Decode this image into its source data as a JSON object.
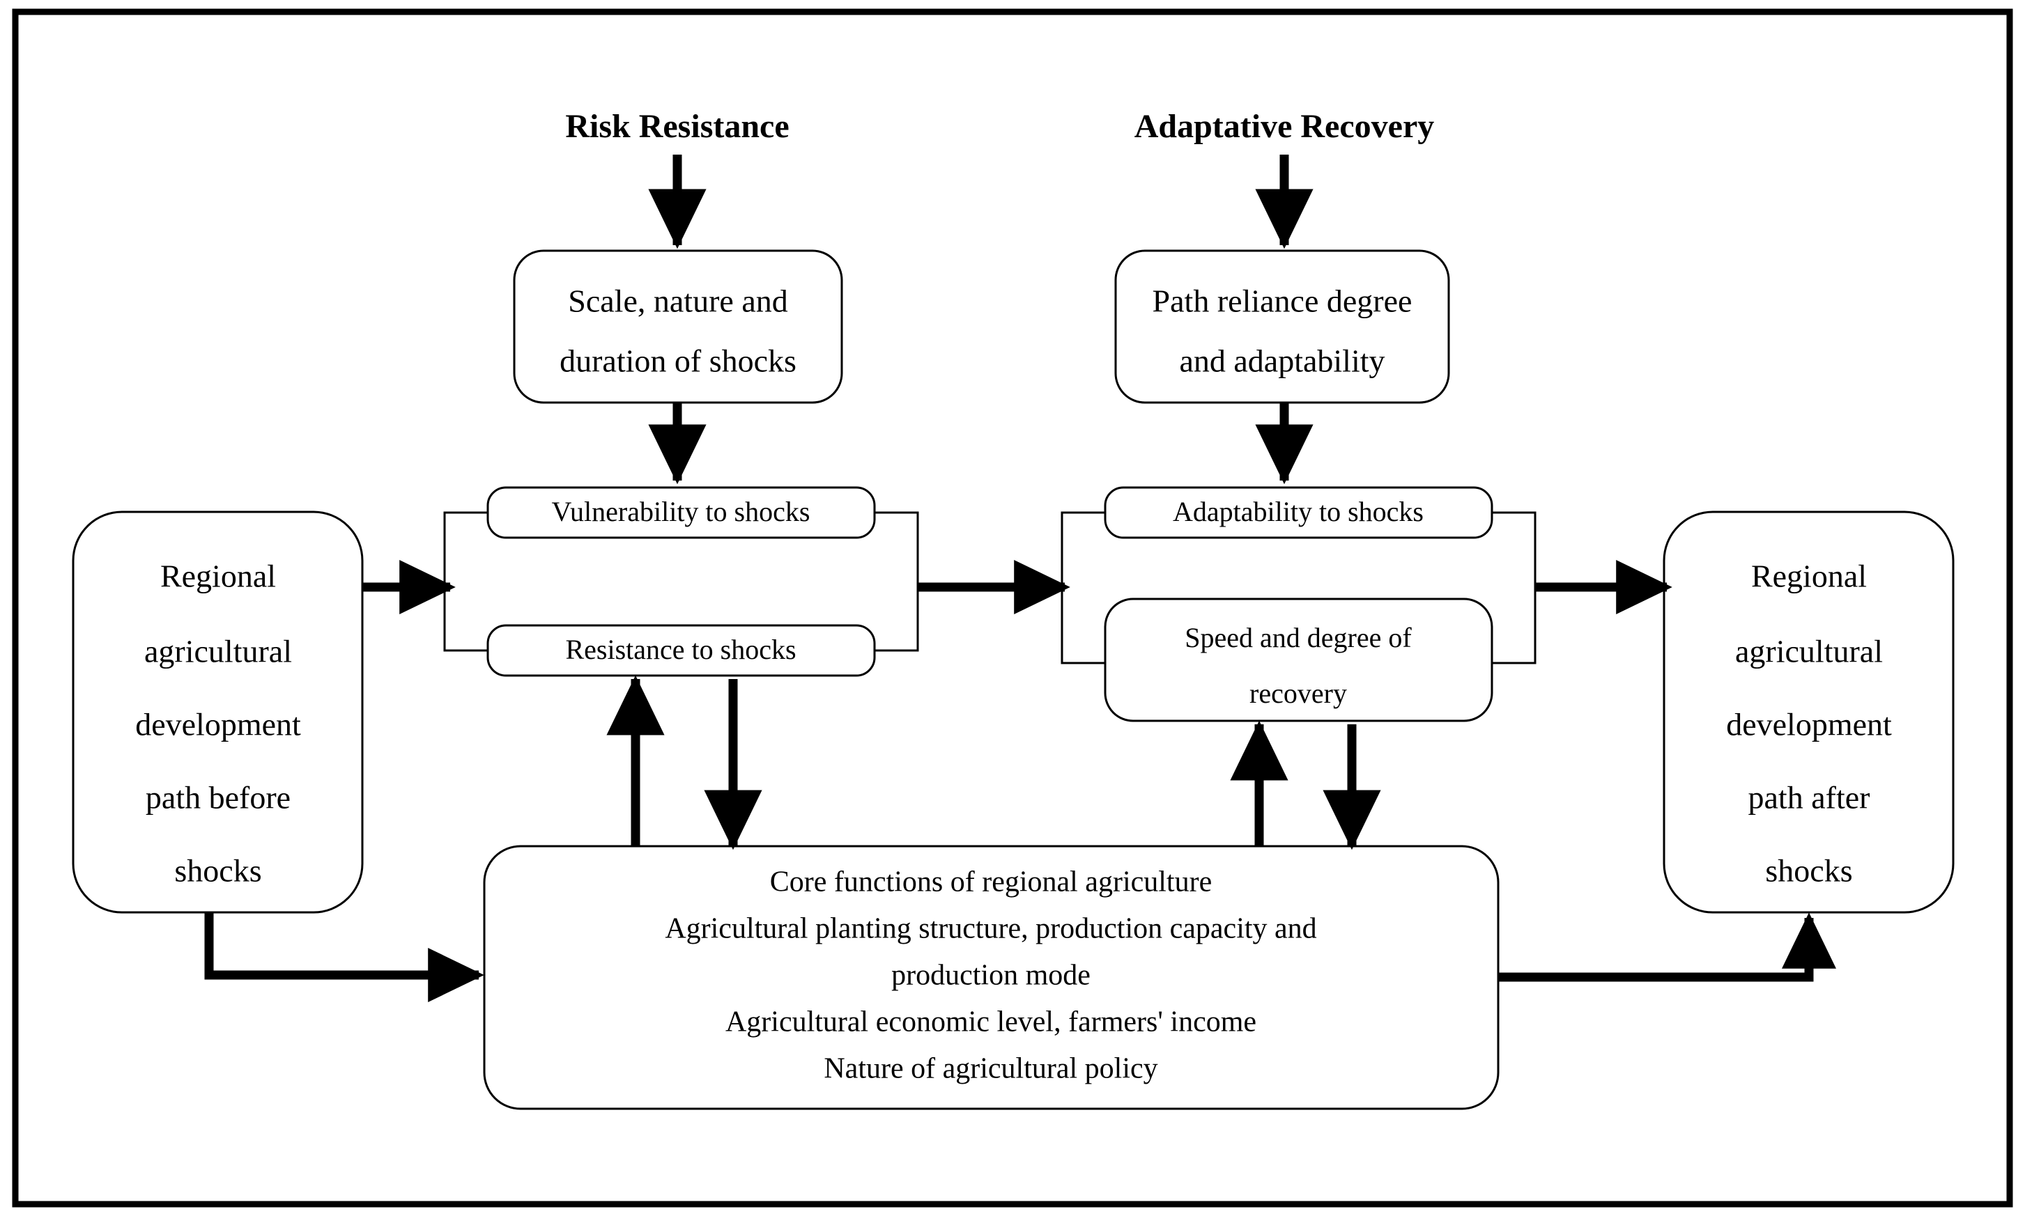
{
  "diagram": {
    "title_labels": [
      {
        "id": "risk-resistance",
        "text": "Risk Resistance"
      },
      {
        "id": "adaptative-recovery",
        "text": "Adaptative Recovery"
      }
    ],
    "nodes": {
      "before_path": {
        "lines": [
          "Regional",
          "agricultural",
          "development",
          "path before",
          "shocks"
        ]
      },
      "after_path": {
        "lines": [
          "Regional",
          "agricultural",
          "development",
          "path after",
          "shocks"
        ]
      },
      "shock_attributes": {
        "lines": [
          "Scale, nature and",
          "duration of shocks"
        ]
      },
      "path_reliance": {
        "lines": [
          "Path reliance degree",
          "and adaptability"
        ]
      },
      "vulnerability": {
        "lines": [
          "Vulnerability to shocks"
        ]
      },
      "resistance": {
        "lines": [
          "Resistance to shocks"
        ]
      },
      "adaptability": {
        "lines": [
          "Adaptability to shocks"
        ]
      },
      "recovery": {
        "lines": [
          "Speed and degree of",
          "recovery"
        ]
      },
      "core_functions": {
        "lines": [
          "Core functions of regional agriculture",
          "Agricultural planting structure, production capacity and",
          "production mode",
          "Agricultural economic level, farmers' income",
          "Nature of agricultural policy"
        ]
      }
    },
    "colors": {
      "line": "#000000",
      "fill": "#ffffff",
      "background": "#ffffff"
    }
  }
}
